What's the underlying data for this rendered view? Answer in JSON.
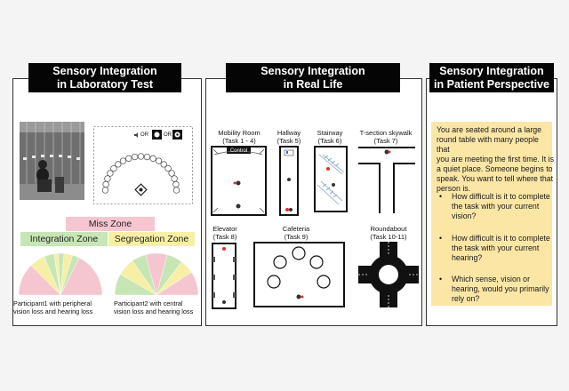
{
  "panels": {
    "lab": {
      "title_line1": "Sensory Integration",
      "title_line2": "in Laboratory Test"
    },
    "real": {
      "title_line1": "Sensory Integration",
      "title_line2": "in Real Life"
    },
    "patient": {
      "title_line1": "Sensory Integration",
      "title_line2": "in Patient Perspective"
    }
  },
  "lab": {
    "speaker_legend": {
      "or1": "OR",
      "or2": "OR"
    },
    "zones": {
      "miss": "Miss Zone",
      "integration": "Integration Zone",
      "segregation": "Segregation Zone"
    },
    "participant1": {
      "line1": "Participant1 with peripheral",
      "line2": "vision loss and hearing loss"
    },
    "participant2": {
      "line1": "Participant2 with central",
      "line2": "vision loss and hearing loss"
    }
  },
  "tasks": [
    {
      "name": "Mobility Room",
      "task": "(Task 1 - 4)",
      "control_label": "Control"
    },
    {
      "name": "Hallway",
      "task": "(Task 5)"
    },
    {
      "name": "Stairway",
      "task": "(Task 6)"
    },
    {
      "name": "T-section skywalk",
      "task": "(Task 7)"
    },
    {
      "name": "Elevator",
      "task": "(Task 8)"
    },
    {
      "name": "Cafeteria",
      "task": "(Task 9)"
    },
    {
      "name": "Roundabout",
      "task": "(Task 10-11)"
    }
  ],
  "patient": {
    "scenario": [
      "You are seated around a large",
      "round table with many people that",
      "you are meeting the first time. It is",
      "a quiet place. Someone begins to",
      "speak. You want to tell where that",
      "person is."
    ],
    "questions": [
      {
        "line1": "How difficult is it to complete",
        "line2": "the task with your current",
        "line3": "vision?"
      },
      {
        "line1": "How difficult is it to complete",
        "line2": "the task with your current",
        "line3": "hearing?"
      },
      {
        "line1": "Which sense, vision or",
        "line2": "hearing, would you primarily",
        "line3": "rely on?"
      }
    ]
  },
  "colors": {
    "miss_zone": "#f6c6d0",
    "integration_zone": "#c7e6b5",
    "segregation_zone": "#f7efa6",
    "patient_box": "#fbe6a6",
    "header_bg": "#050505"
  }
}
